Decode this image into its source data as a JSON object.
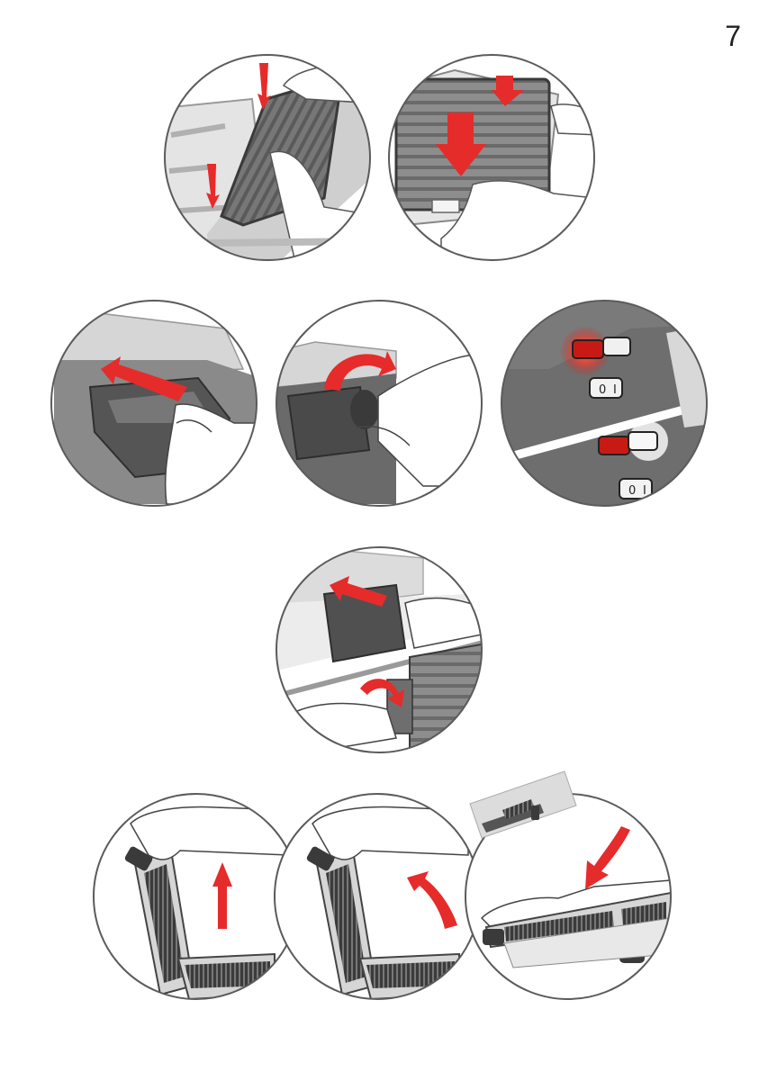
{
  "page": {
    "number": "7"
  },
  "illustrations": [
    {
      "step": "grill-plate-insert-angle",
      "icon": "arrow-down-icon"
    },
    {
      "step": "grill-plate-press-down",
      "icon": "arrow-down-icon"
    },
    {
      "step": "drip-tray-slide-in",
      "icon": "arrow-left-icon"
    },
    {
      "step": "drip-tray-rotate",
      "icon": "curved-arrow-icon"
    },
    {
      "step": "power-indicator-lights",
      "icon": "indicator-light-icon"
    },
    {
      "step": "drip-tray-remove-combined",
      "icon": "arrow-left-icon"
    },
    {
      "step": "lid-lift-up",
      "icon": "arrow-up-icon"
    },
    {
      "step": "lid-open-tilt",
      "icon": "curved-arrow-icon"
    },
    {
      "step": "lid-fold-flat",
      "icon": "curved-arrow-icon"
    }
  ],
  "switch_labels": {
    "off": "0",
    "on": "I"
  },
  "colors": {
    "outline": "#5b5b5b",
    "arrow_red": "#e62b2b",
    "appliance_dark": "#5f5f5f",
    "appliance_mid": "#8a8a8a",
    "appliance_light": "#cfcfcf",
    "glow_red": "#ff2a1a"
  }
}
